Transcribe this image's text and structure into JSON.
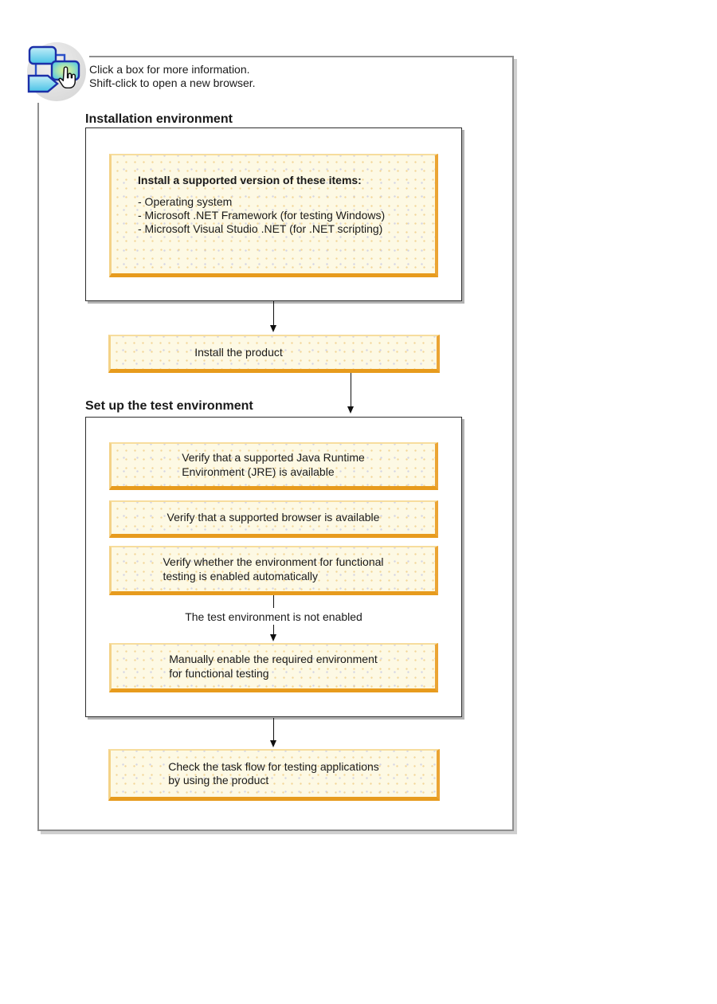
{
  "instructions": {
    "line1": "Click a box for more information.",
    "line2": "Shift-click to open a new browser."
  },
  "icon": {
    "name": "flowchart-click-icon",
    "description": "small flowchart with hand cursor"
  },
  "section_install": {
    "heading": "Installation environment",
    "items_box": {
      "title": "Install a supported version of these items:",
      "items": [
        "- Operating system",
        "- Microsoft .NET Framework (for testing Windows)",
        "- Microsoft Visual Studio .NET (for .NET scripting)"
      ]
    },
    "install_box": {
      "label": "Install the product"
    }
  },
  "section_setup": {
    "heading": "Set up the test environment",
    "jre_box": {
      "line1": "Verify that a supported Java Runtime",
      "line2": "Environment (JRE) is available"
    },
    "browser_box": {
      "line1": "Verify that a supported browser is available"
    },
    "verify_box": {
      "line1": "Verify whether the environment for functional",
      "line2": "testing is enabled automatically"
    },
    "connector_label": "The test environment is not enabled",
    "manual_box": {
      "line1": "Manually enable the required environment",
      "line2": "for functional testing"
    }
  },
  "check_box": {
    "line1": "Check the task flow for testing applications",
    "line2": "by using the product"
  },
  "colors": {
    "task_box_fill": "#FDF9E4",
    "task_box_border_dark": "#E79B1D",
    "task_box_border_light": "#F7DD9D",
    "container_border": "#2E2E2E",
    "frame_border": "#8F8F8F",
    "arrow": "#101010",
    "icon_box_cyan": "#5BC8E8",
    "icon_box_outline": "#1B2FA8",
    "icon_glow": "#E6F590",
    "text": "#1A1A1A"
  }
}
